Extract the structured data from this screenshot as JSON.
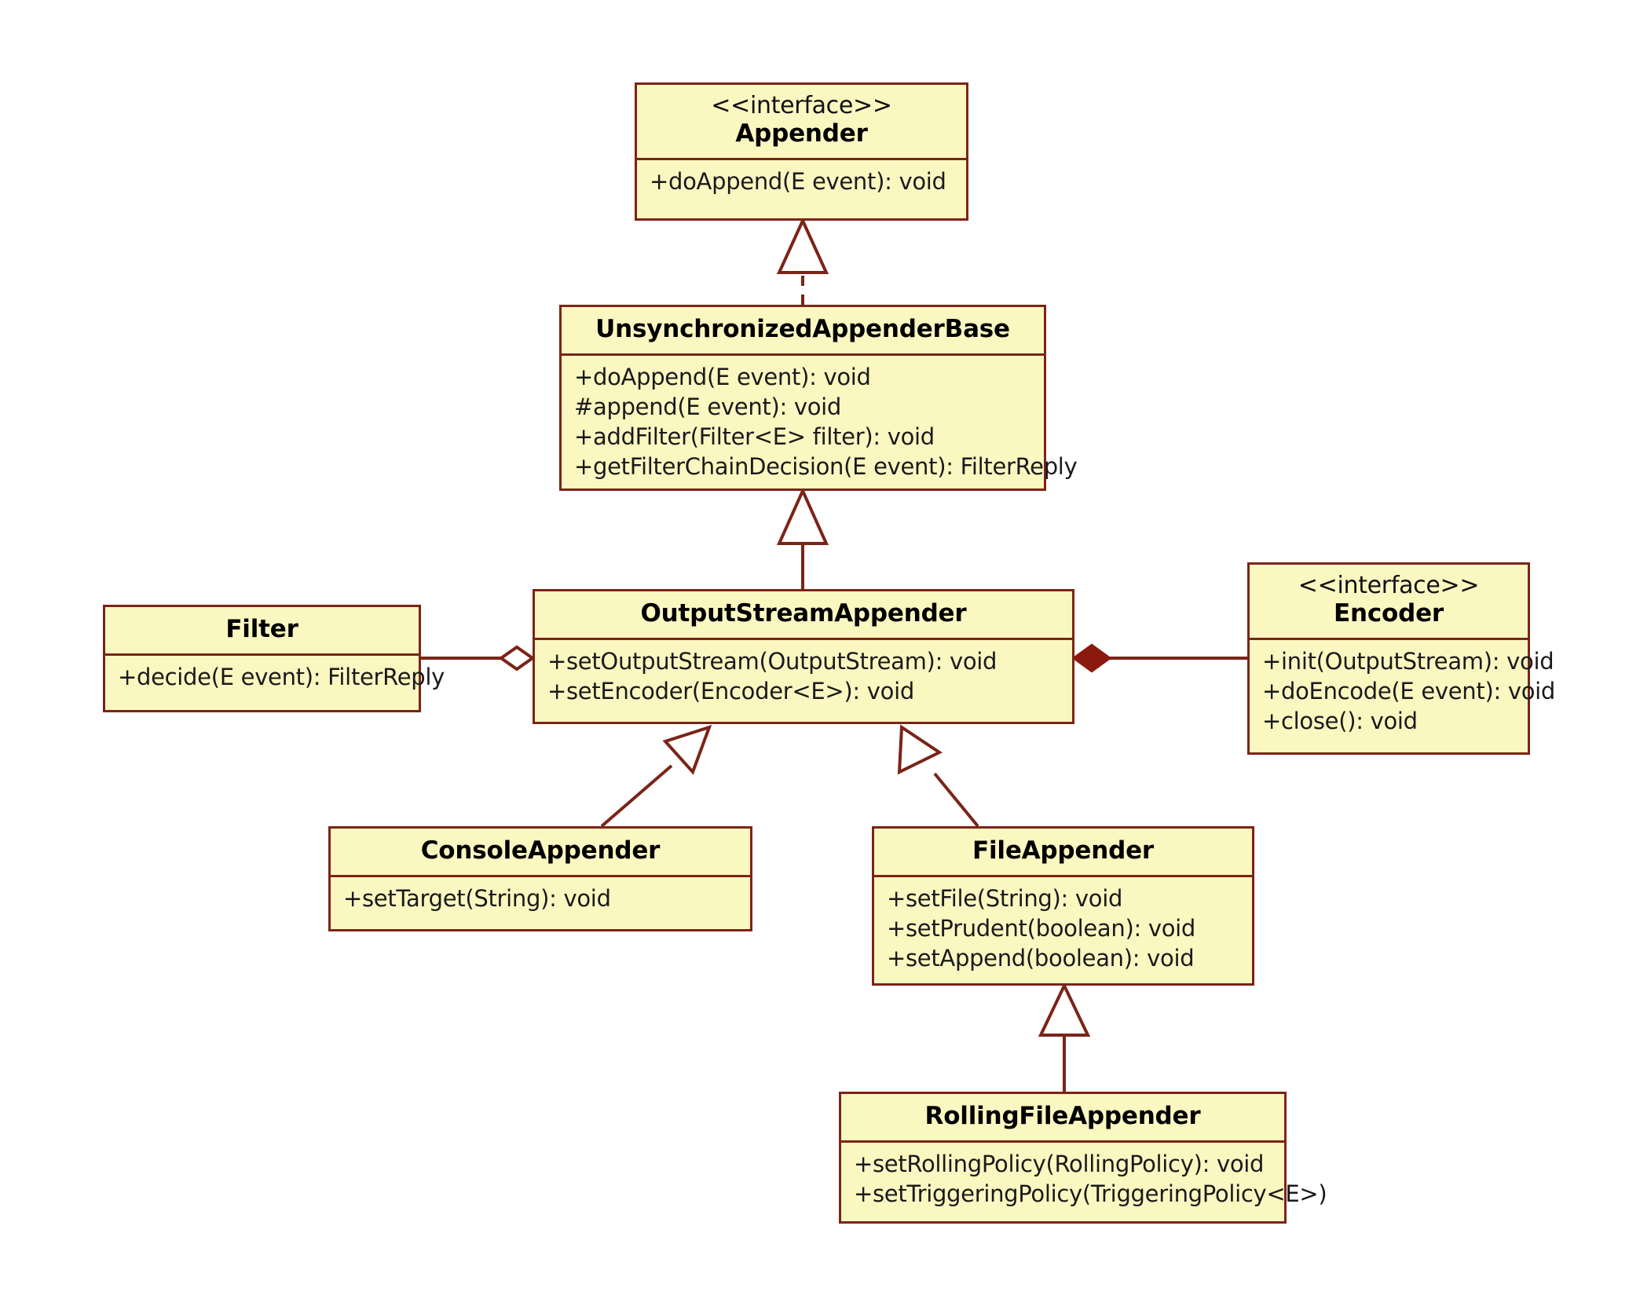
{
  "diagram": {
    "title": "Logback Appender Class Hierarchy",
    "kind": "uml-class-diagram",
    "background_color": "#FFFFFF",
    "box_fill_color": "#FBF7C1",
    "box_border_color": "#7B2418",
    "connector_color": "#7B2418",
    "composition_diamond_color": "#8B1A0E",
    "aggregation_diamond_fill": "#FFFFFF"
  },
  "classes": {
    "appender": {
      "stereotype": "<<interface>>",
      "name": "Appender",
      "members": [
        "+doAppend(E event): void"
      ]
    },
    "unsynchronized_appender_base": {
      "stereotype": "",
      "name": "UnsynchronizedAppenderBase",
      "members": [
        "+doAppend(E event): void",
        "#append(E event): void",
        "+addFilter(Filter<E> filter): void",
        "+getFilterChainDecision(E event): FilterReply"
      ]
    },
    "output_stream_appender": {
      "stereotype": "",
      "name": "OutputStreamAppender",
      "members": [
        "+setOutputStream(OutputStream): void",
        "+setEncoder(Encoder<E>): void"
      ]
    },
    "filter": {
      "stereotype": "",
      "name": "Filter",
      "members": [
        "+decide(E event): FilterReply"
      ]
    },
    "encoder": {
      "stereotype": "<<interface>>",
      "name": "Encoder",
      "members": [
        "+init(OutputStream): void",
        "+doEncode(E event): void",
        "+close(): void"
      ]
    },
    "console_appender": {
      "stereotype": "",
      "name": "ConsoleAppender",
      "members": [
        "+setTarget(String): void"
      ]
    },
    "file_appender": {
      "stereotype": "",
      "name": "FileAppender",
      "members": [
        "+setFile(String): void",
        "+setPrudent(boolean): void",
        "+setAppend(boolean): void"
      ]
    },
    "rolling_file_appender": {
      "stereotype": "",
      "name": "RollingFileAppender",
      "members": [
        "+setRollingPolicy(RollingPolicy): void",
        "+setTriggeringPolicy(TriggeringPolicy<E>)"
      ]
    }
  },
  "relationships": [
    {
      "type": "realization",
      "from": "UnsynchronizedAppenderBase",
      "to": "Appender",
      "line": "dashed",
      "arrowhead": "hollow-triangle"
    },
    {
      "type": "generalization",
      "from": "OutputStreamAppender",
      "to": "UnsynchronizedAppenderBase",
      "line": "solid",
      "arrowhead": "hollow-triangle"
    },
    {
      "type": "aggregation",
      "from": "OutputStreamAppender",
      "to": "Filter",
      "line": "solid",
      "arrowhead": "hollow-diamond"
    },
    {
      "type": "composition",
      "from": "OutputStreamAppender",
      "to": "Encoder",
      "line": "solid",
      "arrowhead": "filled-diamond"
    },
    {
      "type": "generalization",
      "from": "ConsoleAppender",
      "to": "OutputStreamAppender",
      "line": "solid",
      "arrowhead": "hollow-triangle"
    },
    {
      "type": "generalization",
      "from": "FileAppender",
      "to": "OutputStreamAppender",
      "line": "solid",
      "arrowhead": "hollow-triangle"
    },
    {
      "type": "generalization",
      "from": "RollingFileAppender",
      "to": "FileAppender",
      "line": "solid",
      "arrowhead": "hollow-triangle"
    }
  ]
}
